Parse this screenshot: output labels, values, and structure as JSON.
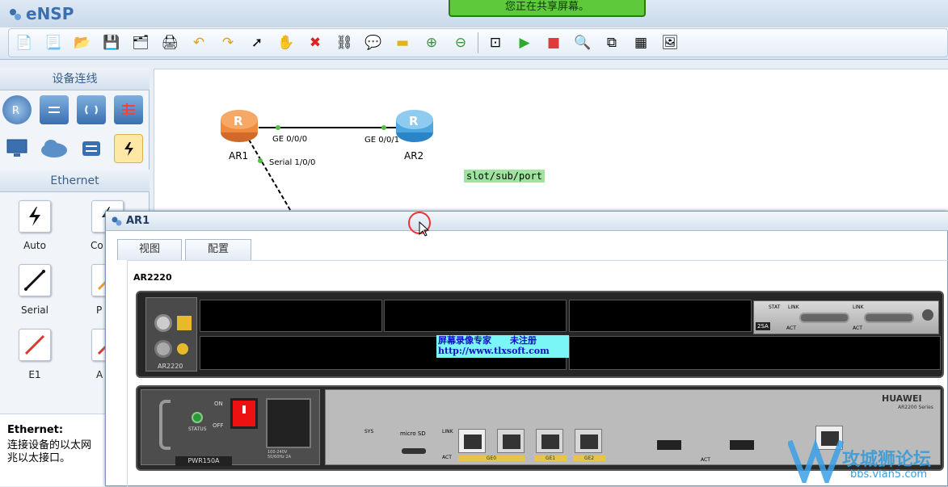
{
  "app": {
    "title": "eNSP",
    "share_banner": "您正在共享屏幕。"
  },
  "toolbar": {
    "buttons": [
      "new-topology-icon",
      "new-lab-icon",
      "open-icon",
      "save-icon",
      "save-as-icon",
      "print-icon",
      "undo-icon",
      "redo-icon",
      "select-icon",
      "pan-hand-icon",
      "delete-icon",
      "delete-link-icon",
      "text-note-icon",
      "palette-icon",
      "zoom-in-icon",
      "zoom-out-icon",
      "fit-icon",
      "start-icon",
      "stop-icon",
      "capture-icon",
      "topology-icon",
      "grid-icon",
      "screenshot-icon"
    ]
  },
  "left_panel": {
    "devices_header": "设备连线",
    "ethernet_header": "Ethernet",
    "cables": [
      {
        "label": "Auto"
      },
      {
        "label": "Co"
      },
      {
        "label": "Serial"
      },
      {
        "label": "P"
      },
      {
        "label": "E1"
      },
      {
        "label": "A"
      }
    ],
    "description_title": "Ethernet:",
    "description_text": "连接设备的以太网\n兆以太接口。"
  },
  "topology": {
    "nodes": [
      {
        "name": "AR1",
        "color": "#f08a3c"
      },
      {
        "name": "AR2",
        "color": "#4ea6e0"
      }
    ],
    "links": [
      {
        "a_port": "GE 0/0/0",
        "b_port": "GE 0/0/1"
      },
      {
        "a_port": "Serial 1/0/0"
      }
    ],
    "note": "slot/sub/port"
  },
  "dialog": {
    "title": "AR1",
    "tabs": [
      {
        "label": "视图"
      },
      {
        "label": "配置"
      }
    ],
    "model": "AR2220",
    "chassis_label": "AR2220",
    "card_label": "2SA",
    "card_led": [
      "STAT",
      "LINK",
      "ACT",
      "LINK",
      "ACT"
    ],
    "power_label": "PWR150A",
    "power_switch": [
      "ON",
      "OFF"
    ],
    "status_label": "STATUS",
    "power_spec": "100-240V\n50/60Hz 2A",
    "brand": "HUAWEI",
    "series": "AR2200 Series",
    "sys_label": "SYS",
    "microsd_label": "micro SD",
    "port_labels": [
      "GE0",
      "GE1",
      "GE2"
    ],
    "act_label": "ACT",
    "link_label": "LINK",
    "watermark": {
      "line1": "屏幕录像专家      未注册",
      "line2": "http://www.tlxsoft.com"
    }
  },
  "forum_watermark": {
    "text": "攻城狮论坛",
    "url": "bbs.vlan5.com"
  }
}
